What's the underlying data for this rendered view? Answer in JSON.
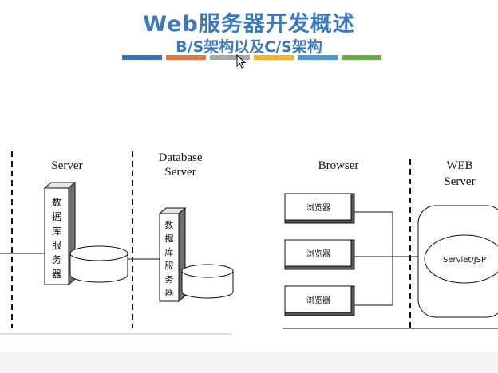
{
  "header": {
    "title": "Web服务器开发概述",
    "subtitle": "B/S架构以及C/S架构",
    "stripe_colors": [
      "#3b6fb5",
      "#e07a3a",
      "#a8a8a8",
      "#f0b52b",
      "#4b9bd6",
      "#68ad45"
    ]
  },
  "cs_diagram": {
    "server_label": "Server",
    "db_server_label_line1": "Database",
    "db_server_label_line2": "Server",
    "server_box_chars": [
      "数",
      "据",
      "库",
      "服",
      "务",
      "器"
    ],
    "db_box_chars": [
      "数",
      "据",
      "库",
      "服",
      "务",
      "器"
    ]
  },
  "bs_diagram": {
    "browser_label": "Browser",
    "web_server_label_line1": "WEB",
    "web_server_label_line2": "Server",
    "browsers": [
      "浏览器",
      "浏览器",
      "浏览器"
    ],
    "servlet_label": "Servlet/JSP"
  }
}
